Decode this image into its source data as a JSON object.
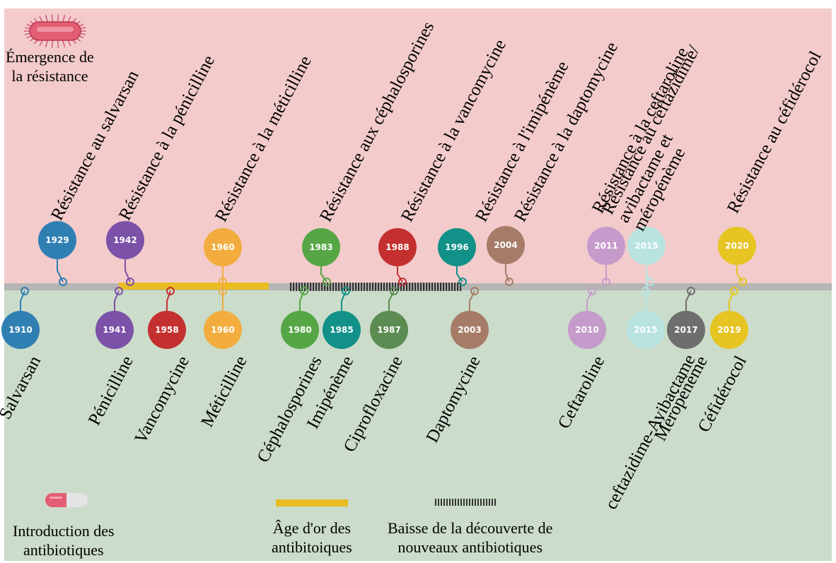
{
  "colors": {
    "resistance_bg": "#f3cbcb",
    "introduction_bg": "#cbdcca",
    "axis": "#b5b5b5",
    "golden_age_bar": "#e8bd22",
    "decline_hatch": "#333333"
  },
  "legend": {
    "resistance_icon": "bacterium-icon",
    "resistance_label": "Émergence de\nla résistance",
    "introduction_icon": "capsule-icon",
    "introduction_label": "Introduction des\nantibiotiques",
    "golden_age_label": "Âge d'or des\nantibitoiques",
    "decline_label": "Baisse de la découverte de\nnouveaux antibiotiques"
  },
  "resistance_events": [
    {
      "year": "1929",
      "label": "Résistance au salvarsan",
      "color": "#2f7fb3"
    },
    {
      "year": "1942",
      "label": "Résistance à la  pénicilline",
      "color": "#7c51a8"
    },
    {
      "year": "1960",
      "label": "Résistance à la  méticilline",
      "color": "#f2ad3e"
    },
    {
      "year": "1983",
      "label": "Résistance aux céphalosporines",
      "color": "#56a646"
    },
    {
      "year": "1988",
      "label": "Résistance à la vancomycine",
      "color": "#c4302f"
    },
    {
      "year": "1996",
      "label": "Résistance à l'imipénème",
      "color": "#119188"
    },
    {
      "year": "2004",
      "label": "Résistance à la daptomycine",
      "color": "#a67c68"
    },
    {
      "year": "2011",
      "label": "Résistance à la ceftaroline",
      "color": "#c59bcb"
    },
    {
      "year": "2015",
      "label": "Résistance au ceftazidime/\navibactame et méropénème",
      "color": "#b8e3e0"
    },
    {
      "year": "2020",
      "label": "Résistance au céfidérocol",
      "color": "#e6c422"
    }
  ],
  "introduction_events": [
    {
      "year": "1910",
      "label": "Salvarsan",
      "color": "#2f7fb3"
    },
    {
      "year": "1941",
      "label": "Pénicilline",
      "color": "#7c51a8"
    },
    {
      "year": "1958",
      "label": "Vancomycine",
      "color": "#c4302f"
    },
    {
      "year": "1960",
      "label": "Méticilline",
      "color": "#f2ad3e"
    },
    {
      "year": "1980",
      "label": "Céphalosporines",
      "color": "#56a646"
    },
    {
      "year": "1985",
      "label": "Imipénème",
      "color": "#119188"
    },
    {
      "year": "1987",
      "label": "Ciprofloxacine",
      "color": "#5c8c52"
    },
    {
      "year": "2003",
      "label": "Daptomycine",
      "color": "#a67c68"
    },
    {
      "year": "2010",
      "label": "Ceftaroline",
      "color": "#c59bcb"
    },
    {
      "year": "2015",
      "label": "ceftazidime-Avibactame",
      "color": "#b8e3e0"
    },
    {
      "year": "2017",
      "label": "Méropénème",
      "color": "#6e6e6e"
    },
    {
      "year": "2019",
      "label": "Céfidérocol",
      "color": "#e6c422"
    }
  ]
}
